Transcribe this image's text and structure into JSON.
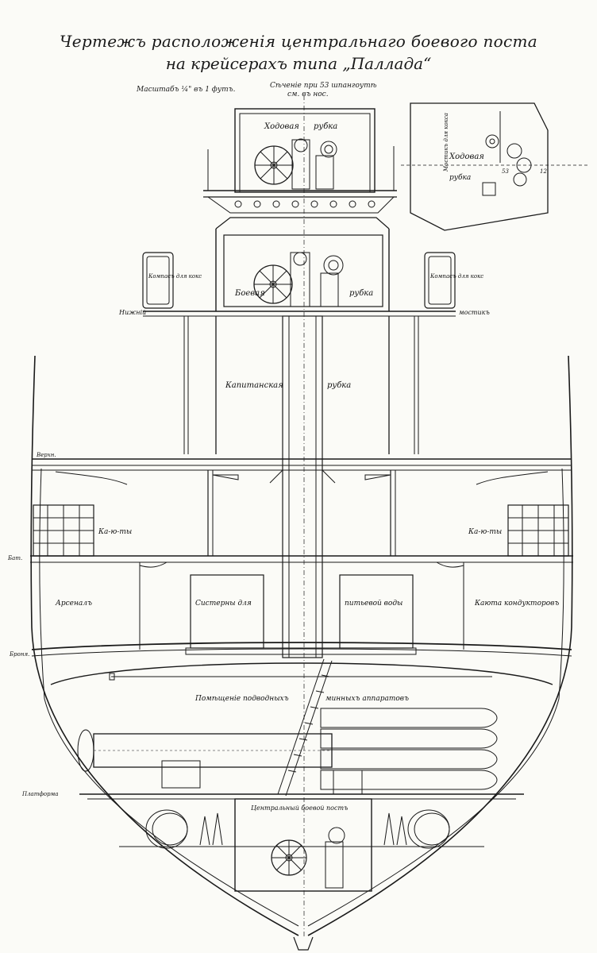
{
  "title": {
    "line1": "Чертежъ расположенія центральнаго боевого поста",
    "line2": "на крейсерахъ типа „Паллада“"
  },
  "notes": {
    "scale": "Масштабъ ¼\" въ 1 футъ.",
    "section": "Сѣченіе при 53 шпангоутѣ",
    "section2": "см. въ нос."
  },
  "labels": {
    "wheelhouse_top": "Ходовая",
    "wheelhouse_top2": "рубка",
    "battle_room": "Боевая",
    "battle_room2": "рубка",
    "cmdr_room": "Капитанская",
    "cmdr_room2": "рубка",
    "compass_left": "Компасъ для кокс",
    "compass_right": "Компасъ для кокс",
    "lower_bridge_left": "Нижній",
    "lower_bridge_right": "мостикъ",
    "deck_upper": "Верхн.",
    "deck_battery": "Бат.",
    "deck_lower": "Броня.",
    "cabin_left": "Ка-ю-ты",
    "cabin_right": "Ка-ю-ты",
    "armoury": "Арсеналъ",
    "cistern1": "Систерны для",
    "cistern2": "питьевой воды",
    "provisions": "Каюта кондукторовъ",
    "torpedo_room": "Помѣщеніе подводныхъ",
    "torpedo_room2": "минныхъ аппаратовъ",
    "platform": "Платформа",
    "lower_post": "Центральный боевой постъ",
    "plan_wheelhouse": "Ходовая",
    "plan_wheelhouse2": "рубка",
    "plan_side": "Мостикъ для кокса",
    "plan_n1": "53",
    "plan_n2": "12"
  }
}
